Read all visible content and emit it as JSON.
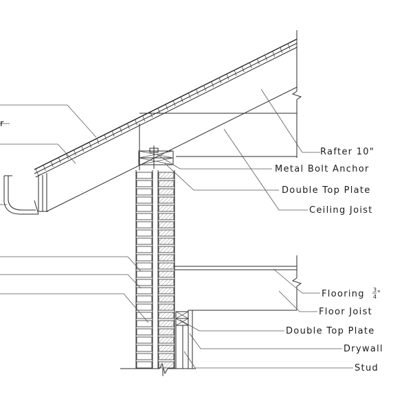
{
  "labels": {
    "rafter": "Rafter 10\"",
    "metal_bolt_anchor": "Metal Bolt Anchor",
    "double_top_plate_upper": "Double Top Plate",
    "ceiling_joist": "Ceiling Joist",
    "flooring": "Flooring",
    "flooring_fraction_num": "3",
    "flooring_fraction_den": "4",
    "flooring_fraction_mark": "\"",
    "floor_joist": "Floor Joist",
    "double_top_plate_lower": "Double Top Plate",
    "drywall": "Drywall",
    "stud": "Stud",
    "cut_left_label": "r"
  },
  "colors": {
    "line": "#2a2a2a",
    "leader": "#555555",
    "text": "#1a1a1a",
    "background": "#ffffff"
  }
}
